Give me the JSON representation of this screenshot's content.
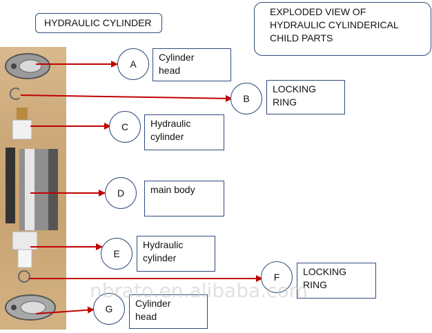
{
  "title": "HYDRAULIC CYLINDER",
  "subtitle": "EXPLODED VIEW OF\nHYDRAULIC CYLINDERICAL\nCHILD PARTS",
  "watermark": "nbrato.en.alibaba.com",
  "parts": [
    {
      "letter": "A",
      "label": "Cylinder\nhead"
    },
    {
      "letter": "B",
      "label": "LOCKING\nRING"
    },
    {
      "letter": "C",
      "label": "Hydraulic\ncylinder"
    },
    {
      "letter": "D",
      "label": "main body"
    },
    {
      "letter": "E",
      "label": "Hydraulic\ncylinder"
    },
    {
      "letter": "F",
      "label": "LOCKING\nRING"
    },
    {
      "letter": "G",
      "label": "Cylinder\nhead"
    }
  ],
  "colors": {
    "arrow": "#c00000",
    "border": "#2f4a7a",
    "photo_bg": "#cda97a"
  }
}
